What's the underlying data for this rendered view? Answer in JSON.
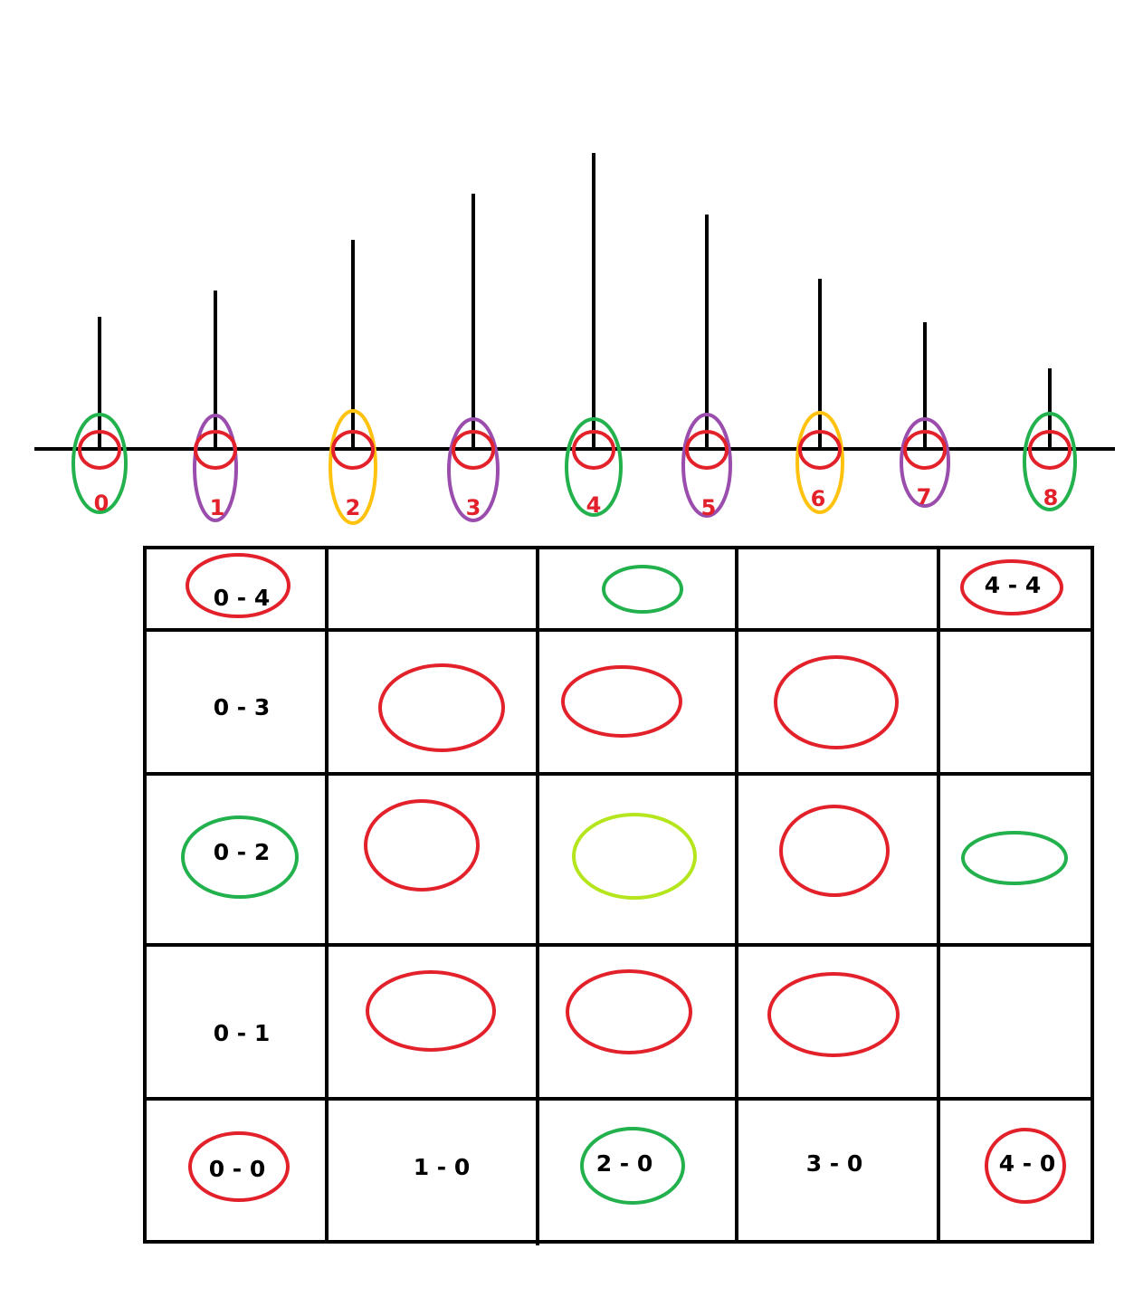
{
  "colors": {
    "line": "#000000",
    "red": "#e3212b",
    "green": "#22b14c",
    "purple": "#9b4dae",
    "yellow": "#ffc20e",
    "lime": "#b5e61d"
  },
  "sticks": [
    {
      "label": "0",
      "outer_color": "green"
    },
    {
      "label": "1",
      "outer_color": "purple"
    },
    {
      "label": "2",
      "outer_color": "yellow"
    },
    {
      "label": "3",
      "outer_color": "purple"
    },
    {
      "label": "4",
      "outer_color": "green"
    },
    {
      "label": "5",
      "outer_color": "purple"
    },
    {
      "label": "6",
      "outer_color": "yellow"
    },
    {
      "label": "7",
      "outer_color": "purple"
    },
    {
      "label": "8",
      "outer_color": "green"
    }
  ],
  "grid": {
    "rows": [
      [
        {
          "text": "0 - 4",
          "ring": "red"
        },
        {
          "text": "",
          "ring": ""
        },
        {
          "text": "",
          "ring": "green"
        },
        {
          "text": "",
          "ring": ""
        },
        {
          "text": "4 - 4",
          "ring": "red"
        }
      ],
      [
        {
          "text": "0 - 3",
          "ring": ""
        },
        {
          "text": "",
          "ring": "red"
        },
        {
          "text": "",
          "ring": "red"
        },
        {
          "text": "",
          "ring": "red"
        },
        {
          "text": "",
          "ring": ""
        }
      ],
      [
        {
          "text": "0 - 2",
          "ring": "green"
        },
        {
          "text": "",
          "ring": "red"
        },
        {
          "text": "",
          "ring": "lime"
        },
        {
          "text": "",
          "ring": "red"
        },
        {
          "text": "",
          "ring": "green"
        }
      ],
      [
        {
          "text": "0 - 1",
          "ring": ""
        },
        {
          "text": "",
          "ring": "red"
        },
        {
          "text": "",
          "ring": "red"
        },
        {
          "text": "",
          "ring": "red"
        },
        {
          "text": "",
          "ring": ""
        }
      ],
      [
        {
          "text": "0 - 0",
          "ring": "red"
        },
        {
          "text": "1 - 0",
          "ring": ""
        },
        {
          "text": "2 - 0",
          "ring": "green"
        },
        {
          "text": "3 - 0",
          "ring": ""
        },
        {
          "text": "4 - 0",
          "ring": "red"
        }
      ]
    ]
  }
}
